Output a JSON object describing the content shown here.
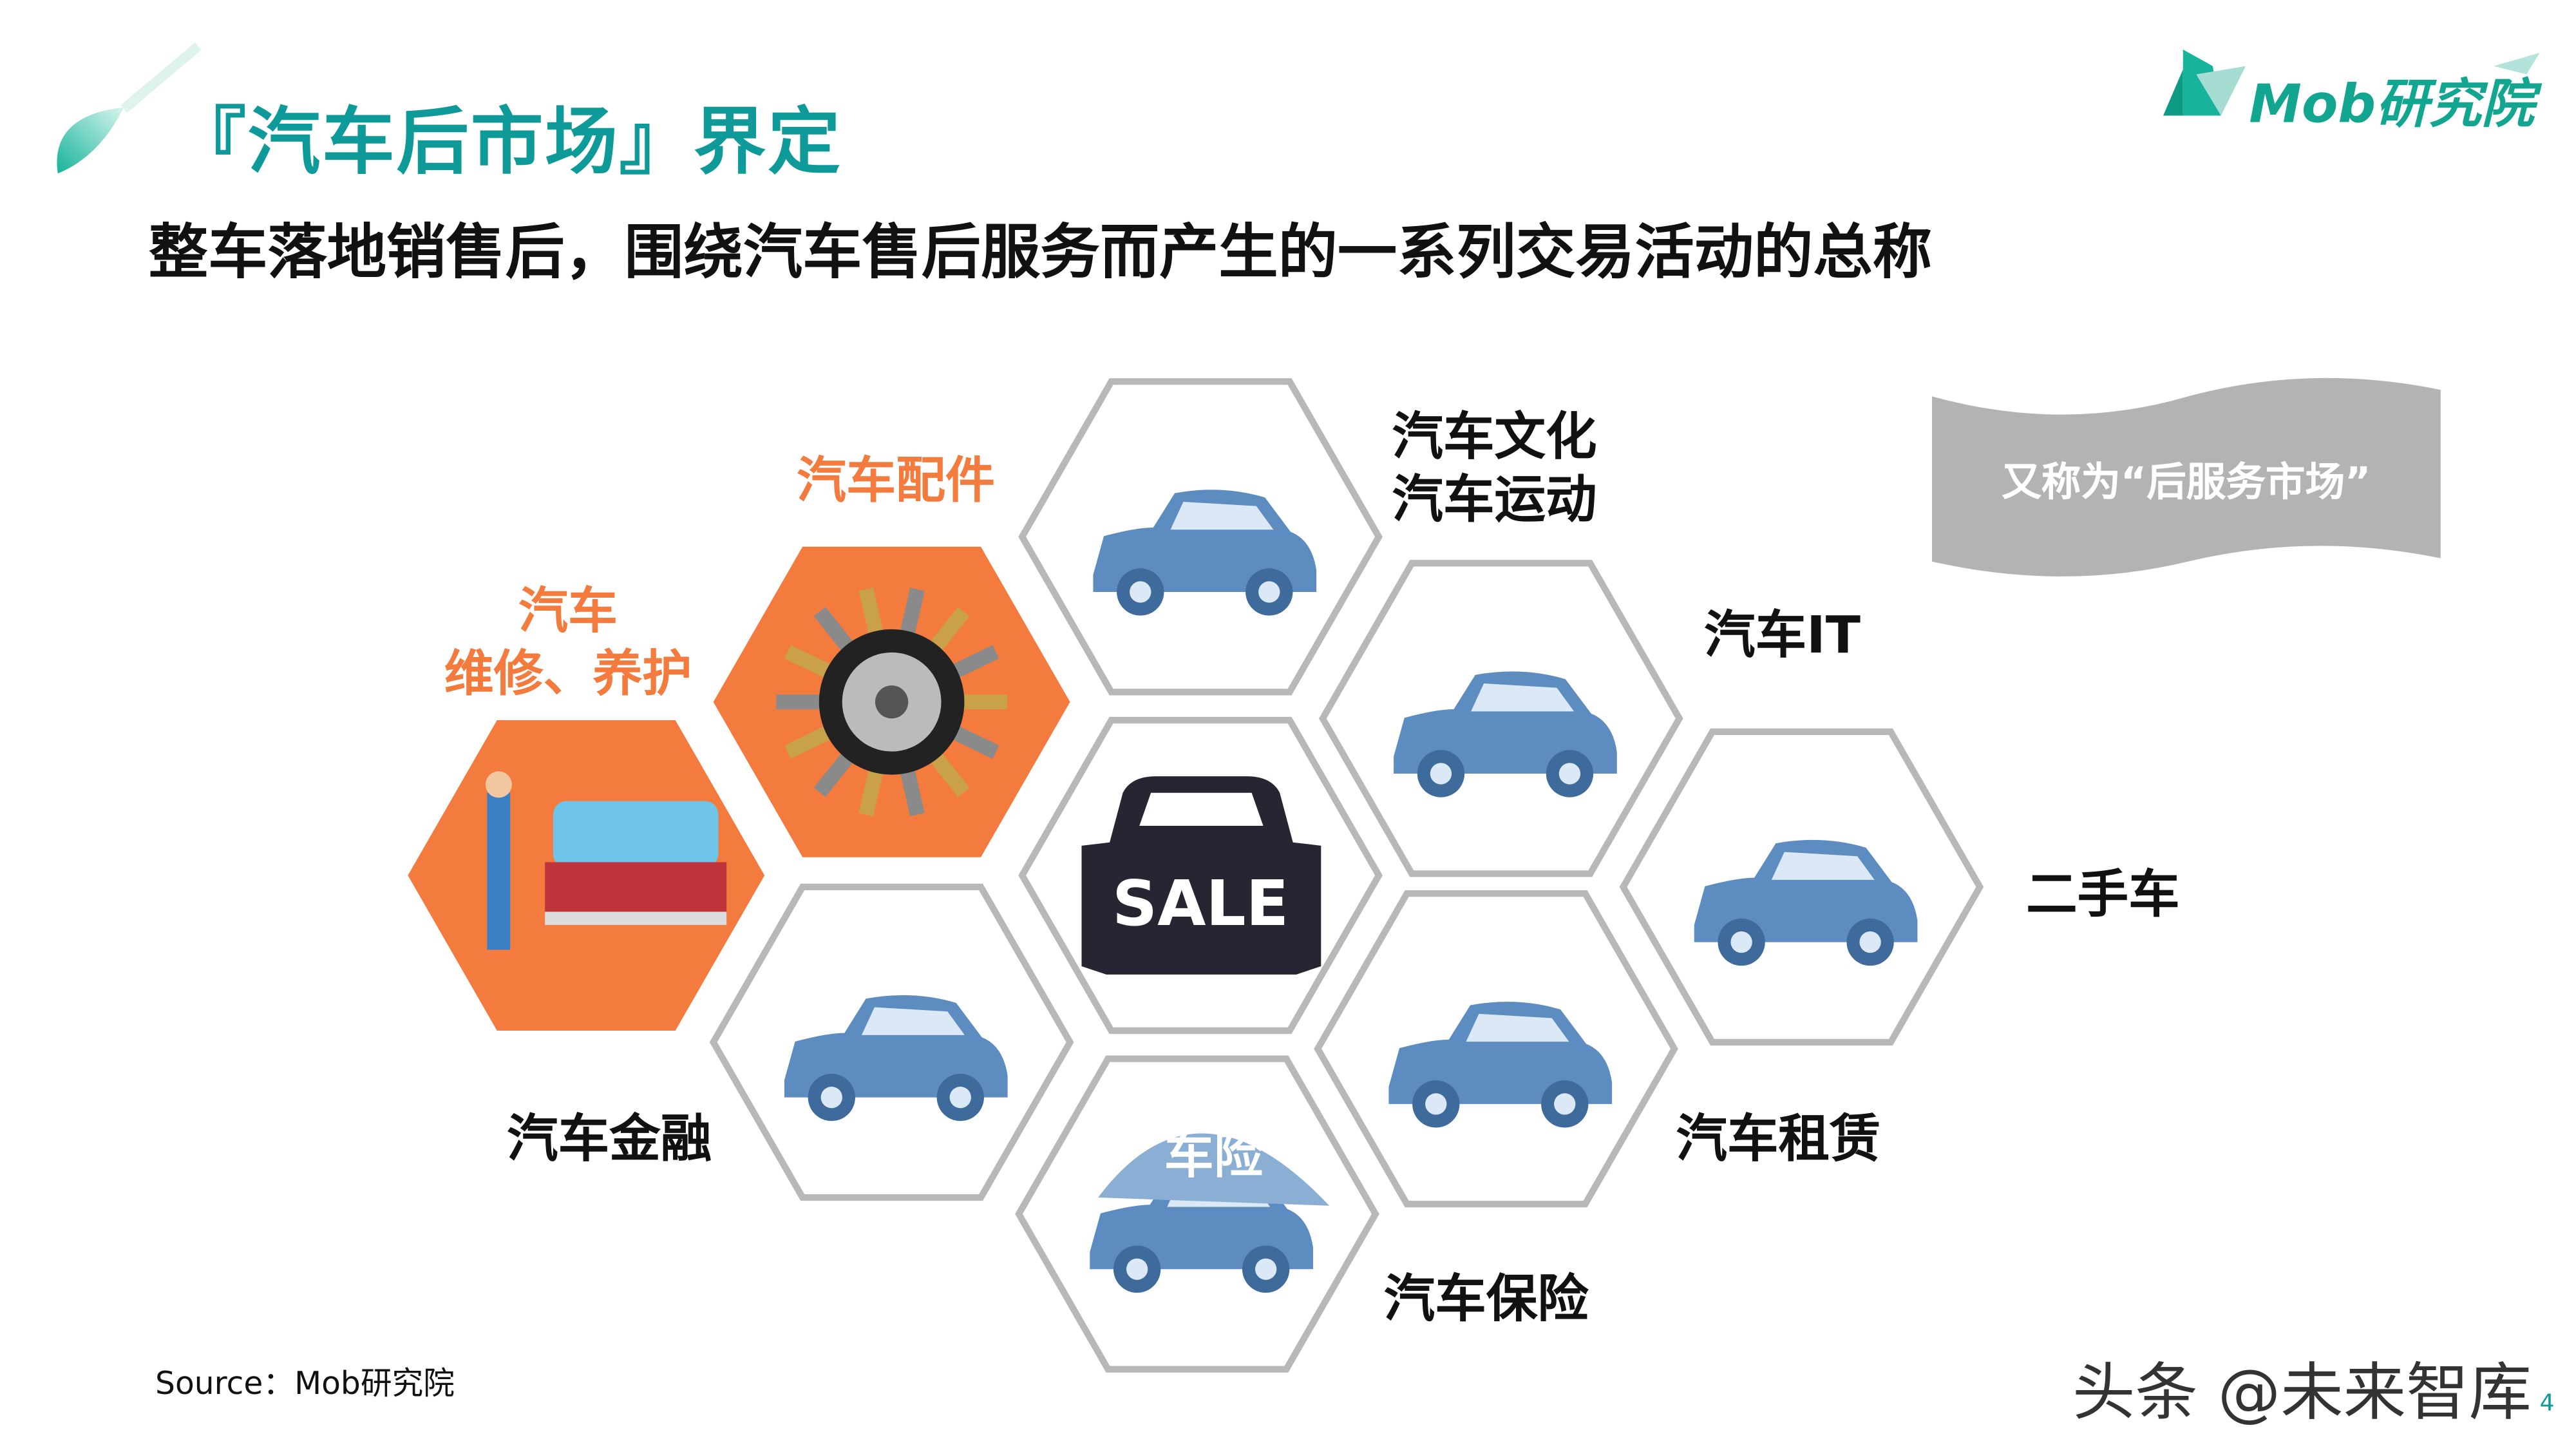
{
  "header": {
    "title": "『汽车后市场』界定",
    "subtitle": "整车落地销售后，围绕汽车售后服务而产生的一系列交易活动的总称",
    "logo": "Mob研究院"
  },
  "colors": {
    "accent": "#0f9a9a",
    "orange": "#f47b3e",
    "hex_border": "#b8b8b8",
    "banner": "#b3b3b3",
    "icon_blue": "#4f7fb5",
    "sale_dark": "#262633"
  },
  "diagram": {
    "center": {
      "label": "SALE"
    },
    "segments": [
      {
        "label_lines": [
          "汽车",
          "维修、养护"
        ],
        "icon": "car-wash-icon",
        "highlight": true
      },
      {
        "label_lines": [
          "汽车配件"
        ],
        "icon": "auto-parts-icon",
        "highlight": true
      },
      {
        "label_lines": [
          "汽车文化",
          "汽车运动"
        ],
        "icon": "sports-car-icon",
        "highlight": false
      },
      {
        "label_lines": [
          "汽车IT"
        ],
        "icon": "connected-car-icon",
        "highlight": false
      },
      {
        "label_lines": [
          "二手车"
        ],
        "icon": "used-car-dealers-icon",
        "highlight": false
      },
      {
        "label_lines": [
          "汽车租赁"
        ],
        "icon": "car-rental-icon",
        "highlight": false
      },
      {
        "label_lines": [
          "汽车保险"
        ],
        "icon": "umbrella-car-icon",
        "highlight": false,
        "image_text": "车险"
      },
      {
        "label_lines": [
          "汽车金融"
        ],
        "icon": "car-on-money-icon",
        "highlight": false
      }
    ],
    "banner": "又称为“后服务市场”"
  },
  "footer": {
    "source": "Source：Mob研究院",
    "watermark": "头条 @未来智库",
    "page_number": "4"
  }
}
